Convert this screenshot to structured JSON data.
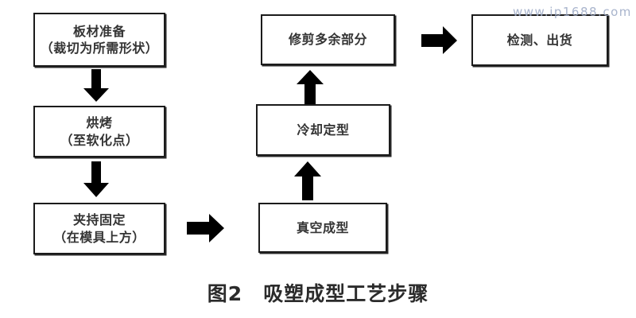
{
  "figure": {
    "caption": "图2　吸塑成型工艺步骤",
    "watermark": "www.ip1688.com",
    "background_color": "#ffffff",
    "box_border_color": "#1b1b1b",
    "box_fill_color": "#ffffff",
    "text_color": "#343434",
    "arrow_color": "#000000"
  },
  "nodes": [
    {
      "id": "sheet-prep",
      "line_main": "板材准备",
      "line_sub": "（裁切为所需形状）",
      "column": "left",
      "order": 1
    },
    {
      "id": "bake",
      "line_main": "烘烤",
      "line_sub": "（至软化点）",
      "column": "left",
      "order": 2
    },
    {
      "id": "clamp",
      "line_main": "夹持固定",
      "line_sub": "（在模具上方）",
      "column": "left",
      "order": 3
    },
    {
      "id": "vacuum-form",
      "line_main": "真空成型",
      "line_sub": "",
      "column": "middle",
      "order": 4
    },
    {
      "id": "cool-set",
      "line_main": "冷却定型",
      "line_sub": "",
      "column": "middle",
      "order": 5
    },
    {
      "id": "trim",
      "line_main": "修剪多余部分",
      "line_sub": "",
      "column": "middle",
      "order": 6
    },
    {
      "id": "inspect-ship",
      "line_main": "检测、出货",
      "line_sub": "",
      "column": "right",
      "order": 7
    }
  ],
  "edges": [
    {
      "id": "prep-to-bake",
      "from": "sheet-prep",
      "to": "bake",
      "direction": "down",
      "icon": "arrow-down-icon"
    },
    {
      "id": "bake-to-clamp",
      "from": "bake",
      "to": "clamp",
      "direction": "down",
      "icon": "arrow-down-icon"
    },
    {
      "id": "clamp-to-vacuum",
      "from": "clamp",
      "to": "vacuum-form",
      "direction": "right",
      "icon": "arrow-right-icon"
    },
    {
      "id": "vacuum-to-cool",
      "from": "vacuum-form",
      "to": "cool-set",
      "direction": "up",
      "icon": "arrow-up-icon"
    },
    {
      "id": "cool-to-trim",
      "from": "cool-set",
      "to": "trim",
      "direction": "up",
      "icon": "arrow-up-icon"
    },
    {
      "id": "trim-to-inspect",
      "from": "trim",
      "to": "inspect-ship",
      "direction": "right",
      "icon": "arrow-right-icon"
    }
  ]
}
